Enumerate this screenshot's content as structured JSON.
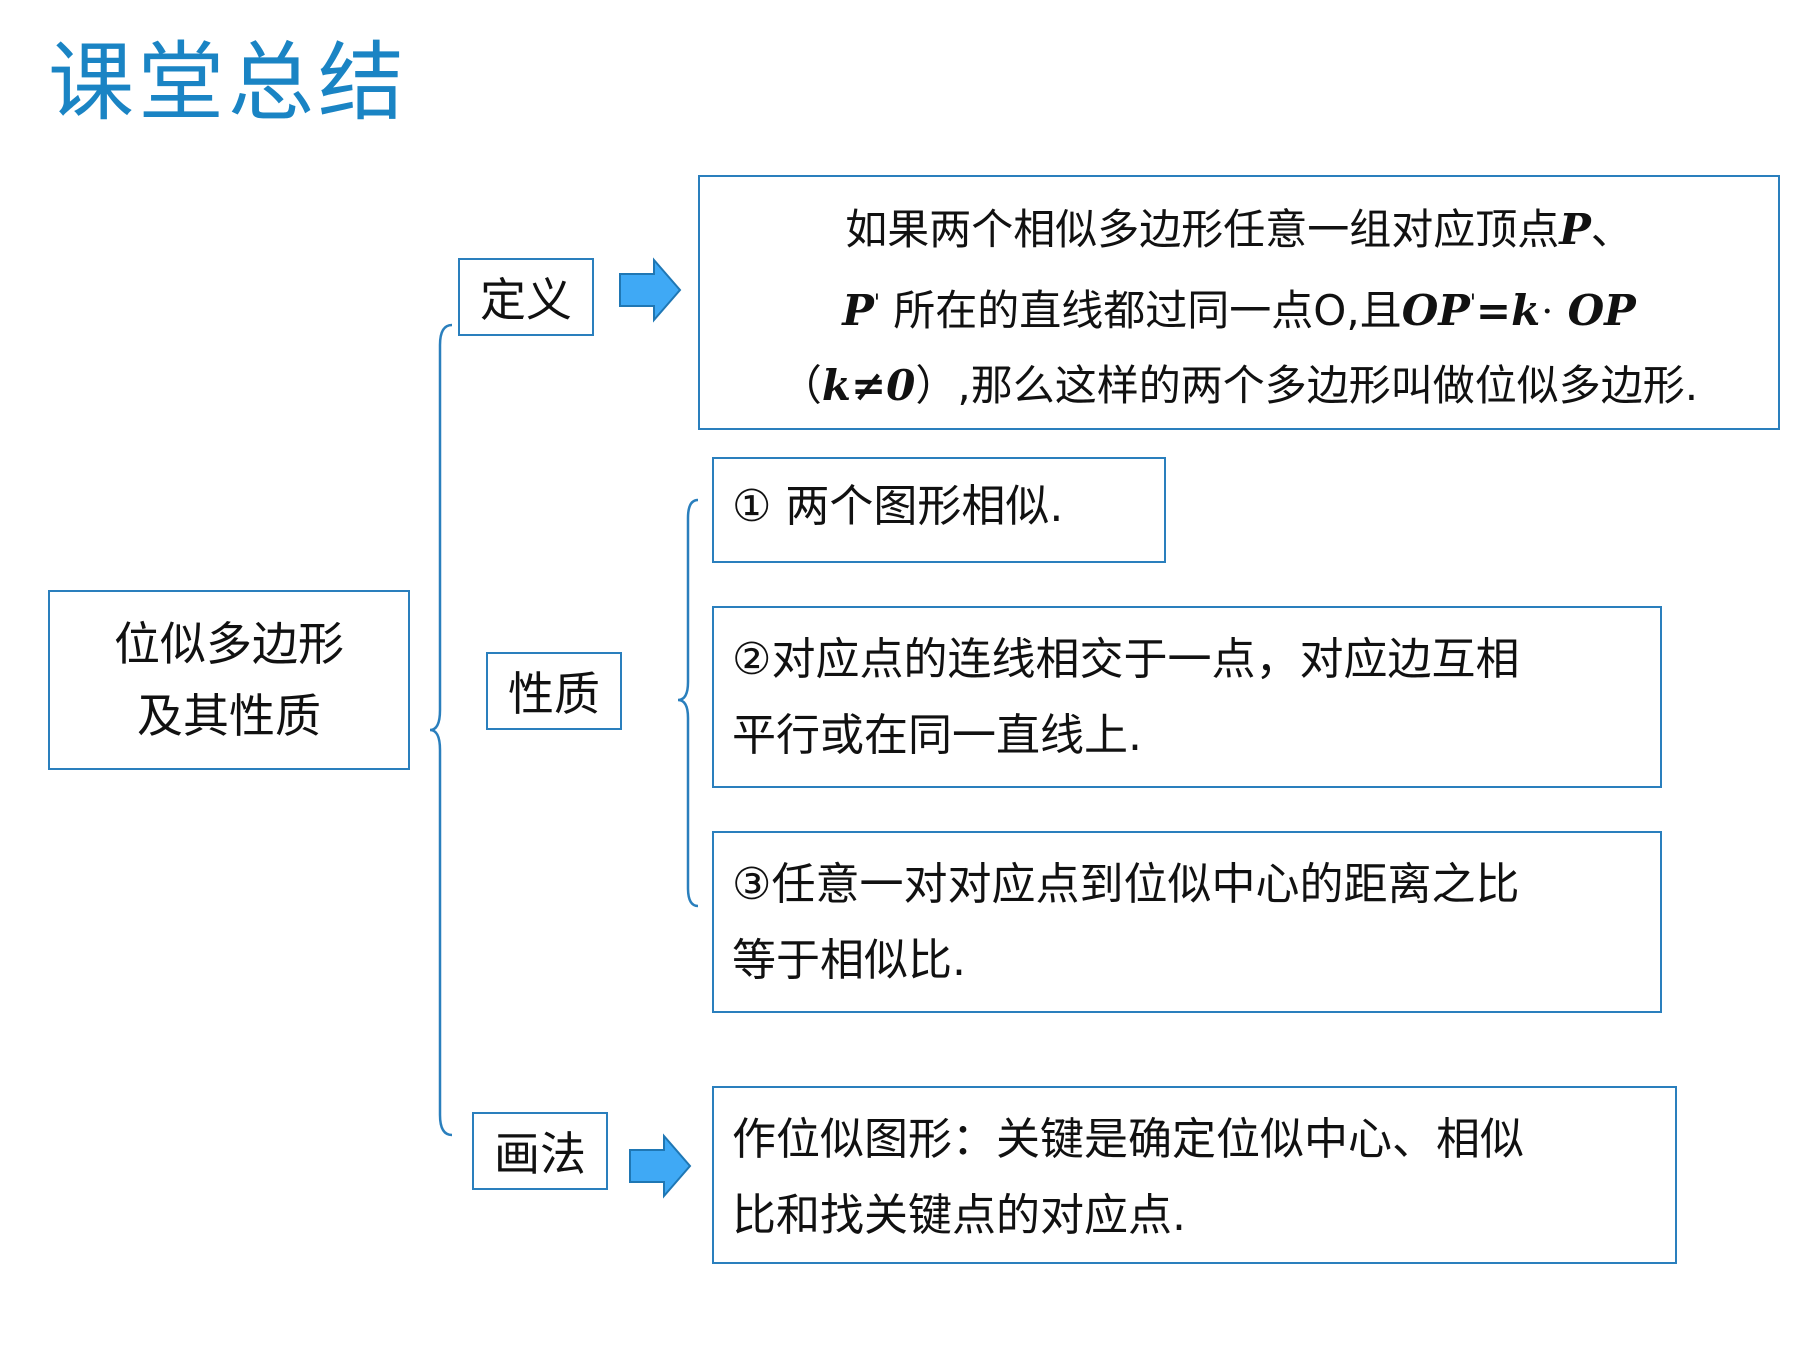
{
  "title": "课堂总结",
  "root": {
    "line1": "位似多边形",
    "line2": "及其性质"
  },
  "branches": {
    "definition_label": "定义",
    "properties_label": "性质",
    "drawing_label": "画法"
  },
  "definition": {
    "line1_text": "如果两个相似多边形任意一组对应顶点",
    "p": "P",
    "comma": "、",
    "line2_p": "P",
    "prime": "'",
    "line2_text": "所在的直线都过同一点O,且",
    "op": "OP",
    "eq_k": "=k",
    "dot": "·",
    "op2": "OP",
    "paren_open": "（",
    "k_ne_0": "k≠0",
    "paren_close": "）",
    "line3_text": ",那么这样的两个多边形叫做位似多边形."
  },
  "properties": [
    {
      "text": "① 两个图形相似."
    },
    {
      "line1": "②对应点的连线相交于一点，对应边互相",
      "line2": "平行或在同一直线上."
    },
    {
      "line1": "③任意一对对应点到位似中心的距离之比",
      "line2": "等于相似比."
    }
  ],
  "drawing": {
    "line1": "作位似图形：关键是确定位似中心、相似",
    "line2": "比和找关键点的对应点."
  },
  "colors": {
    "title": "#1a84c4",
    "border": "#2a7fbd",
    "arrow_fill": "#3fa9f5",
    "arrow_stroke": "#1f77b4",
    "text": "#111111"
  }
}
